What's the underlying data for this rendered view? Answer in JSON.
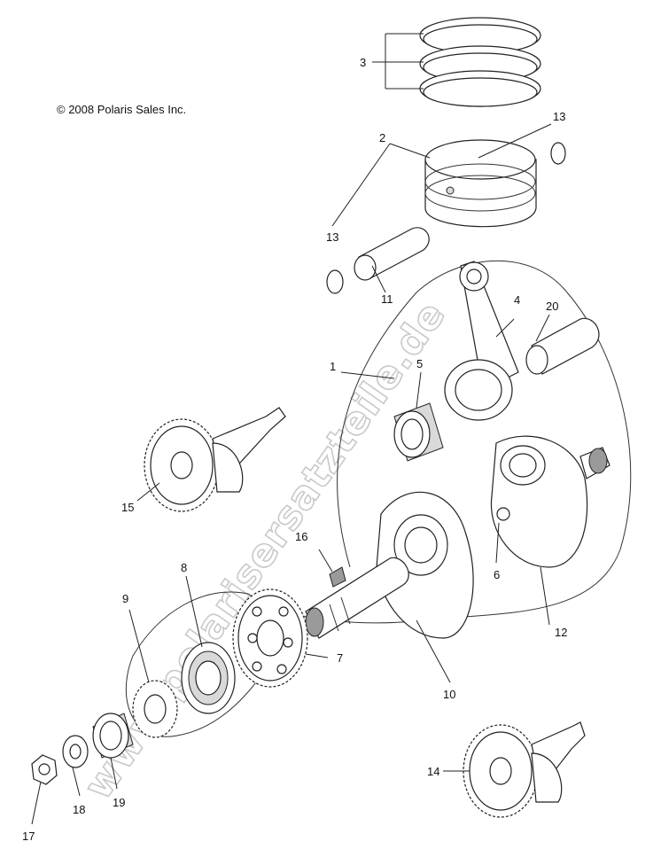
{
  "copyright": "© 2008 Polaris Sales Inc.",
  "watermark": "www.polarisersatzteile.de",
  "callouts": [
    "1",
    "2",
    "3",
    "4",
    "5",
    "6",
    "7",
    "8",
    "9",
    "10",
    "11",
    "12",
    "13",
    "13",
    "14",
    "15",
    "16",
    "17",
    "18",
    "19",
    "20"
  ]
}
